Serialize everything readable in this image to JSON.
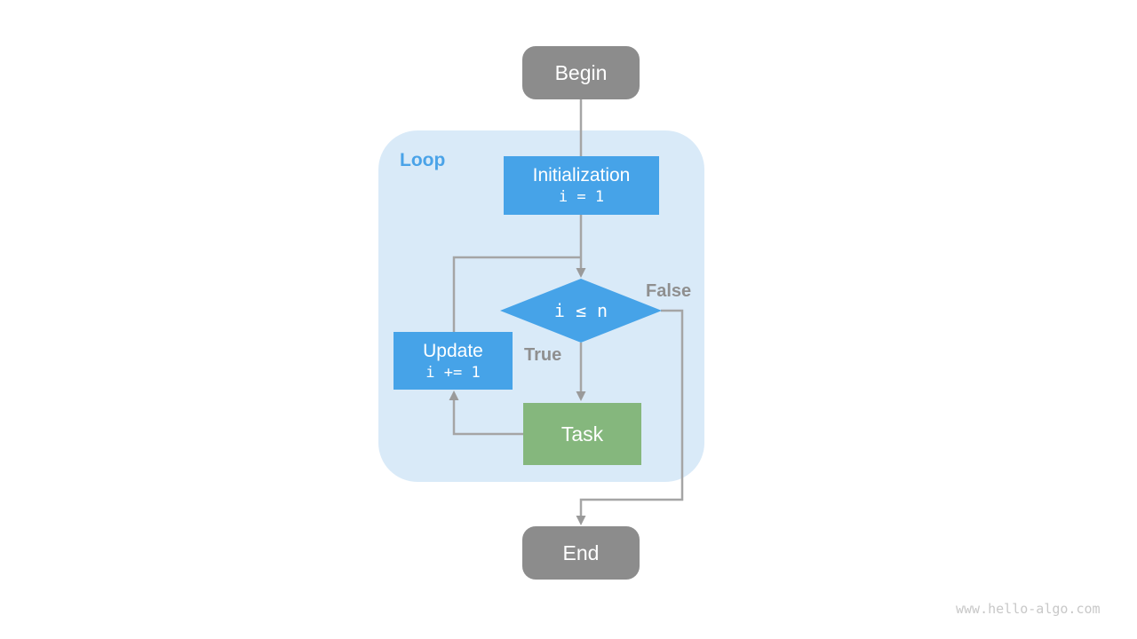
{
  "diagram": {
    "loop": {
      "label": "Loop"
    },
    "nodes": {
      "begin": {
        "label": "Begin"
      },
      "initialization": {
        "label": "Initialization",
        "code": "i = 1"
      },
      "condition": {
        "code": "i ≤ n"
      },
      "update": {
        "label": "Update",
        "code": "i += 1"
      },
      "task": {
        "label": "Task"
      },
      "end": {
        "label": "End"
      }
    },
    "edge_labels": {
      "true": "True",
      "false": "False"
    },
    "watermark": "www.hello-algo.com",
    "colors": {
      "terminal_fill": "#8c8c8c",
      "process_fill": "#46a3e8",
      "decision_fill": "#46a3e8",
      "task_fill": "#85b77d",
      "loop_bg": "#d9eaf8",
      "loop_label": "#4aa3e8",
      "edge": "#a5a5a5",
      "arrow": "#9a9a9a",
      "edge_label": "#8f8f8f",
      "node_text": "#ffffff",
      "watermark": "#c8c8c8"
    }
  }
}
